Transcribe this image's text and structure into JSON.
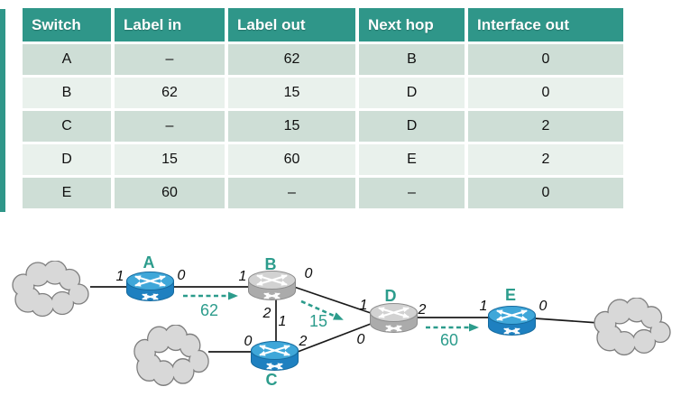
{
  "colors": {
    "teal_header": "#2F9689",
    "teal_accent": "#2C9C8C",
    "row_odd": "#CEDED6",
    "row_even": "#E9F1EC",
    "router_blue": "#1E80C0",
    "router_blue_top": "#3FA7D9",
    "router_gray": "#ABABAB",
    "router_gray_top": "#D2D2D2",
    "cloud_fill": "#D8D8D8"
  },
  "table": {
    "headers": [
      "Switch",
      "Label in",
      "Label out",
      "Next hop",
      "Interface out"
    ],
    "rows": [
      [
        "A",
        "–",
        "62",
        "B",
        "0"
      ],
      [
        "B",
        "62",
        "15",
        "D",
        "0"
      ],
      [
        "C",
        "–",
        "15",
        "D",
        "2"
      ],
      [
        "D",
        "15",
        "60",
        "E",
        "2"
      ],
      [
        "E",
        "60",
        "–",
        "–",
        "0"
      ]
    ]
  },
  "diagram": {
    "nodes": {
      "a": "A",
      "b": "B",
      "c": "C",
      "d": "D",
      "e": "E"
    },
    "flow_labels": {
      "a_b": "62",
      "b_d": "15",
      "d_e": "60"
    },
    "interfaces": {
      "a_left": "1",
      "a_right": "0",
      "b_left": "1",
      "b_right": "0",
      "b_down": "2",
      "c_left": "0",
      "c_up": "1",
      "c_right": "2",
      "d_upper_left": "1",
      "d_lower_left": "0",
      "d_right": "2",
      "e_left": "1",
      "e_right": "0"
    }
  }
}
